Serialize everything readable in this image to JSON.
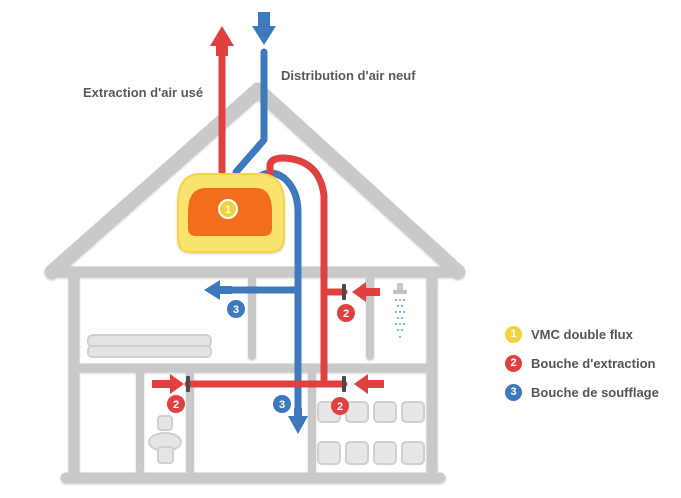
{
  "labels": {
    "extraction": "Extraction d'air usé",
    "distribution": "Distribution d'air neuf"
  },
  "legend": [
    {
      "num": "1",
      "text": "VMC double flux",
      "color": "#f2d23a"
    },
    {
      "num": "2",
      "text": "Bouche d'extraction",
      "color": "#e0403f"
    },
    {
      "num": "3",
      "text": "Bouche de soufflage",
      "color": "#3f79bd"
    }
  ],
  "markers": {
    "unit": "1",
    "extract": "2",
    "supply": "3"
  },
  "colors": {
    "house_outline": "#c9c9c9",
    "extract_duct": "#e0403f",
    "supply_duct": "#3f79bd",
    "unit_shell": "#f9e26d",
    "unit_core": "#f26d1b"
  },
  "icons": [
    "shower-icon",
    "toilet-icon",
    "bed-icon",
    "cabinet-icon"
  ]
}
